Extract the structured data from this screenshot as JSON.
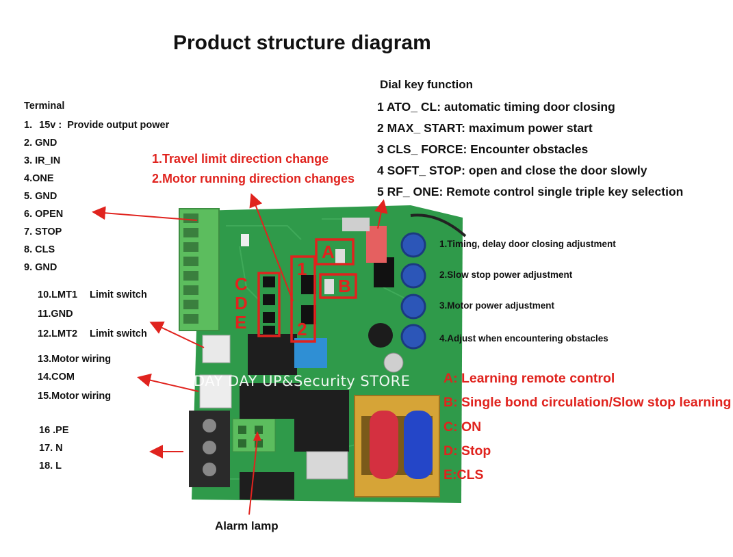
{
  "title": "Product structure diagram",
  "terminal": {
    "heading": "Terminal",
    "items": [
      "1.",
      "15v :",
      "Provide output power",
      "2. GND",
      "3. IR_IN",
      "4.ONE",
      "5. GND",
      "6. OPEN",
      "7. STOP",
      "8. CLS",
      "9. GND",
      "10.LMT1",
      "Limit switch",
      "11.GND",
      "12.LMT2",
      "Limit switch",
      "13.Motor wiring",
      "14.COM",
      "15.Motor wiring",
      "16 .PE",
      "17. N",
      "18. L"
    ]
  },
  "direction_note": [
    "1.Travel limit direction change",
    "2.Motor running direction changes"
  ],
  "dial": {
    "heading": "Dial key function",
    "items": [
      "1 ATO_ CL: automatic timing door closing",
      "2 MAX_ START: maximum power start",
      "3 CLS_ FORCE: Encounter obstacles",
      "4 SOFT_ STOP: open and close the door slowly",
      "5 RF_ ONE: Remote control single triple key selection"
    ]
  },
  "knobs": [
    "1.Timing, delay door closing adjustment",
    "2.Slow stop power adjustment",
    "3.Motor power adjustment",
    "4.Adjust when encountering obstacles"
  ],
  "legend": [
    "A: Learning remote control",
    "B: Single bond circulation/Slow stop learning",
    "C: ON",
    "D: Stop",
    "E:CLS"
  ],
  "board_labels": [
    "A",
    "B",
    "1",
    "2",
    "C",
    "D",
    "E"
  ],
  "watermark": "DAY DAY UP&Security STORE",
  "alarm": "Alarm lamp",
  "colors": {
    "annotation_red": "#e0231e",
    "pcb_green": "#2f9a4a",
    "terminal_green": "#5cbd5e"
  }
}
